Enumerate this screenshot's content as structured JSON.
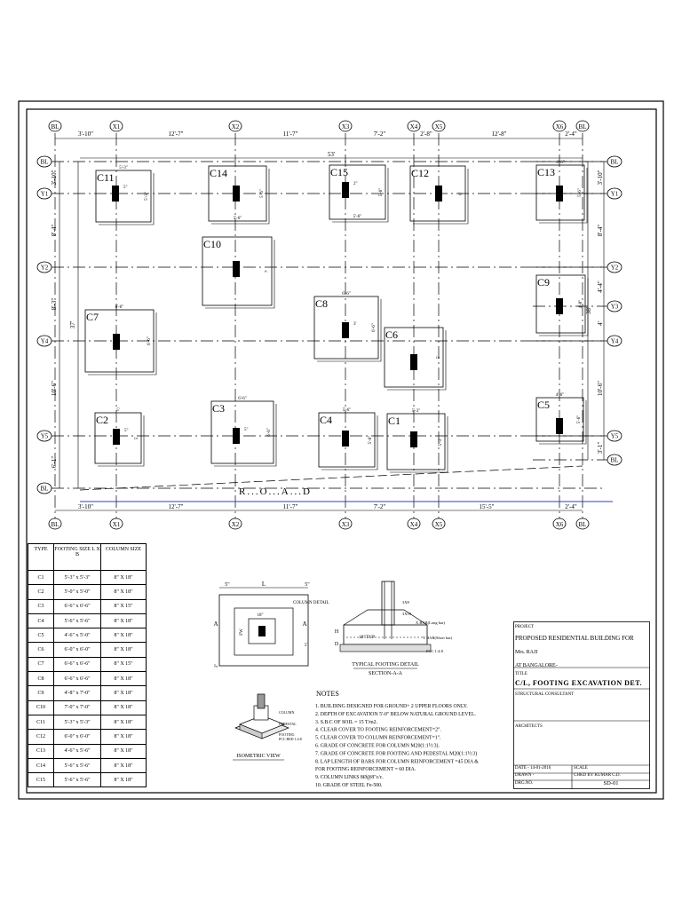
{
  "grid": {
    "x_top": [
      "BL",
      "X1",
      "X2",
      "X3",
      "X4",
      "X5",
      "X6",
      "BL"
    ],
    "x_bottom": [
      "BL",
      "X1",
      "X2",
      "X3",
      "X4",
      "X5",
      "X6",
      "BL"
    ],
    "y_left": [
      "BL",
      "Y1",
      "Y2",
      "Y4",
      "Y5",
      "BL"
    ],
    "y_right": [
      "BL",
      "Y1",
      "Y2",
      "Y3",
      "Y4",
      "Y5",
      "BL"
    ],
    "top_dims": [
      "3'-10\"",
      "12'-7\"",
      "11'-7\"",
      "7'-2\"",
      "2'-8\"",
      "12'-8\"",
      "2'-4\""
    ],
    "bottom_dims": [
      "3'-10\"",
      "12'-7\"",
      "11'-7\"",
      "7'-2\"",
      "15'-5\"",
      "2'-4\""
    ],
    "overall_width": "53'",
    "left_dims": [
      "3'-10\"",
      "8'-4\"",
      "8'-3\"",
      "10'-6\"",
      "6'-1\""
    ],
    "left_overall": "37'",
    "right_dims": [
      "3'-10\"",
      "8'-4\"",
      "4'-4\"",
      "4'",
      "10'-6\"",
      "3'-1\""
    ],
    "right_overall": "38'"
  },
  "footings": [
    {
      "label": "C11",
      "top_dim": "5'-3\"",
      "side_dim": "5'-3\"",
      "col": "5\""
    },
    {
      "label": "C14",
      "bottom_dim": "5'-6\"",
      "side_dim": "5'-6\""
    },
    {
      "label": "C15",
      "bottom_dim": "5'-6\"",
      "side_dim": "5'-6\"",
      "col": "2\""
    },
    {
      "label": "C12",
      "side_dim": "6'"
    },
    {
      "label": "C13",
      "top_dim": "4'-6\"",
      "side_dim": "5'-6\""
    },
    {
      "label": "C10",
      "side_dim": "7'"
    },
    {
      "label": "C9",
      "side_dim": "4'-8\""
    },
    {
      "label": "C8",
      "top_dim": "6'-6\"",
      "side_dim": "6'-6\"",
      "col": "3'"
    },
    {
      "label": "C7",
      "top_dim": "6'-6\"",
      "side_dim": "6'-6\""
    },
    {
      "label": "C6",
      "side_dim": "5'"
    },
    {
      "label": "C5",
      "top_dim": "4'-6\"",
      "side_dim": "5'-6\""
    },
    {
      "label": "C2",
      "top_dim": "5'",
      "side_dim": "5'",
      "col": "5\""
    },
    {
      "label": "C3",
      "top_dim": "6'-6\"",
      "side_dim": "6'-6\"",
      "col": "5\""
    },
    {
      "label": "C4",
      "top_dim": "5'-6\"",
      "side_dim": "5'-6\""
    },
    {
      "label": "C1",
      "top_dim": "5'-3\"",
      "side_dim": "5'-3\""
    }
  ],
  "road_label": "R...O...A...D",
  "schedule": {
    "headers": [
      "TYPE",
      "FOOTING SIZE L X B",
      "COLUMN SIZE"
    ],
    "rows": [
      [
        "C1",
        "5'-3\" x 5'-3\"",
        "8\" X 18\""
      ],
      [
        "C2",
        "5'-0\" x 5'-0\"",
        "8\" X 18\""
      ],
      [
        "C3",
        "6'-6\" x 6'-6\"",
        "8\" X 15\""
      ],
      [
        "C4",
        "5'-6\" x 5'-6\"",
        "8\" X 18\""
      ],
      [
        "C5",
        "4'-6\" x 5'-0\"",
        "8\" X 18\""
      ],
      [
        "C6",
        "6'-0\" x 6'-0\"",
        "8\" X 18\""
      ],
      [
        "C7",
        "6'-6\" x 6'-6\"",
        "8\" X 15\""
      ],
      [
        "C8",
        "6'-6\" x 6'-6\"",
        "8\" X 18\""
      ],
      [
        "C9",
        "4'-8\" x 7'-0\"",
        "8\" X 18\""
      ],
      [
        "C10",
        "7'-0\" x 7'-0\"",
        "8\" X 18\""
      ],
      [
        "C11",
        "5'-3\" x 5'-3\"",
        "8\" X 18\""
      ],
      [
        "C12",
        "6'-0\" x 6'-0\"",
        "8\" X 18\""
      ],
      [
        "C13",
        "4'-6\" x 5'-6\"",
        "8\" X 18\""
      ],
      [
        "C14",
        "5'-6\" x 5'-6\"",
        "8\" X 18\""
      ],
      [
        "C15",
        "5'-6\" x 5'-6\"",
        "8\" X 18\""
      ]
    ]
  },
  "plan_detail": {
    "dims": [
      "5\"",
      "L",
      "5\""
    ],
    "labels": [
      "COLUMN DETAIL",
      "FW",
      "A",
      "A",
      "18\"",
      "3\"",
      "5\""
    ]
  },
  "section_detail": {
    "labels": [
      "3X8",
      "3X18",
      "X BAR(Long bar)",
      "Y BAR(Short bar)",
      "PCC 1:4:8",
      "18\"TYP",
      "H",
      "D"
    ],
    "title": "TYPICAL FOOTING DETAIL",
    "subtitle": "SECTION-A-A"
  },
  "isometric": {
    "labels": [
      "COLUMN",
      "PEDESTAL",
      "FOOTING",
      "PCC BED 1:4:8"
    ],
    "title": "ISOMETRIC VIEW"
  },
  "notes": {
    "title": "NOTES",
    "items": [
      "1. BUILDING DESIGNED FOR GROUND+ 2 UPPER FLOORS ONLY.",
      "2. DEPTH OF EXCAVATION 5'-0\" BELOW NATURAL GROUND LEVEL.",
      "3. S.B.C OF SOIL = 15 T/m2.",
      "4. CLEAR COVER TO FOOTING REINFORCEMENT=2\".",
      "5. CLEAR COVER TO COLUMN REINFORCEMENT=1\".",
      "6. GRADE OF CONCRETE FOR COLUMN M20(1:1½:3).",
      "7. GRADE OF CONCRETE FOR FOOTING AND PEDESTAL M20(1:1½:3)",
      "8. LAP LENGTH OF BARS FOR COLUMN REINFORCEMENT =45 DIA &",
      "    FOR FOOTING REINFORCEMENT = 60 DIA.",
      "9. COLUMN LINKS 8Ø@8\"c/c.",
      "10. GRADE OF STEEL Fe-500."
    ]
  },
  "title_block": {
    "project_label": "PROJECT",
    "project": "PROPOSED RESIDENTIAL BUILDING FOR",
    "client": "Mrs. RAJI",
    "location": "AT BANGALORE-",
    "title_label": "TITLE",
    "title": "C/L, FOOTING EXCAVATION DET.",
    "consultant": "STRUCTURAL CONSULTANT",
    "architects": "ARCHITECTS",
    "date": "DATE    - 14-01-2016",
    "scale": "SCALE",
    "drawn": "DRAWN -",
    "chkd": "CHKD  BY  KUMAR C.D.",
    "dwg_no_label": "DRG.NO.",
    "dwg_no": "SD-01"
  }
}
